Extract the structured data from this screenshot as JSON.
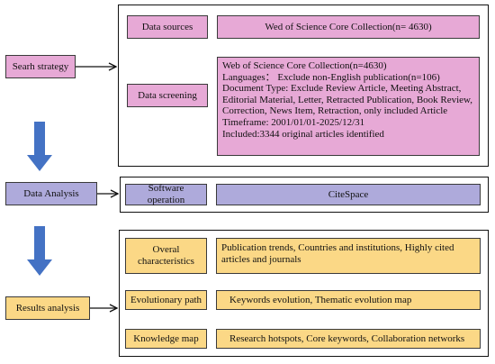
{
  "strategy": {
    "label": "Searh strategy",
    "sources": {
      "label": "Data sources",
      "value": "Wed of Science Core Collection(n= 4630)"
    },
    "screening": {
      "label": "Data screening",
      "lines": [
        "Web of Science Core Collection(n=4630)",
        "Languages： Exclude non-English publication(n=106)",
        "Document Type: Exclude Review Article, Meeting Abstract, Editorial Material, Letter, Retracted Publication, Book Review, Correction, News Item, Retraction, only included Article",
        "Timeframe: 2001/01/01-2025/12/31",
        "Included:3344 original articles identified"
      ]
    }
  },
  "analysis": {
    "label": "Data Analysis",
    "software": {
      "label": "Software operation",
      "value": "CiteSpace"
    }
  },
  "results": {
    "label": "Results analysis",
    "overall": {
      "label": "Overal characteristics",
      "value": "Publication trends, Countries and institutions, Highly cited articles and journals"
    },
    "evolution": {
      "label": "Evolutionary path",
      "value": "Keywords evolution, Thematic evolution map"
    },
    "knowledge": {
      "label": "Knowledge map",
      "value": "Research hotspots, Core keywords, Collaboration networks"
    }
  },
  "colors": {
    "pink": "#e7a9d6",
    "purple": "#aeaadb",
    "yellow": "#fbd886",
    "down_arrow": "#4472c4"
  }
}
